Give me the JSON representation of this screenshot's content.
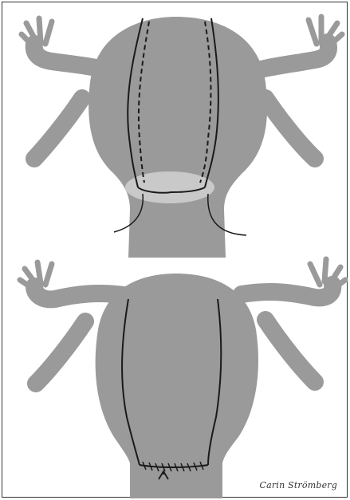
{
  "illustration": {
    "top_panel": "uterus-before-suture",
    "bottom_panel": "uterus-after-suture",
    "colors": {
      "tissue": "#9a9a9a",
      "suture": "#1a1a1a",
      "band": "#c9c9c9",
      "background": "#ffffff"
    }
  },
  "signature": {
    "text": "Carin Strömberg"
  }
}
